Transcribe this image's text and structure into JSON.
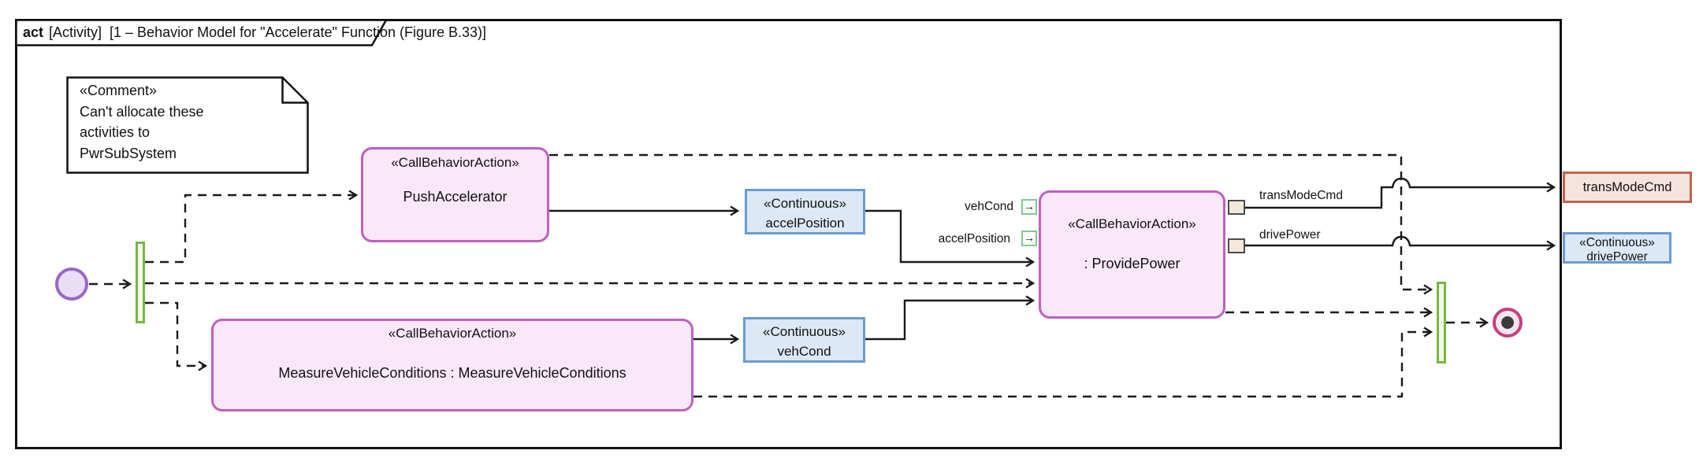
{
  "frame": {
    "keyword": "act",
    "title": "[Activity]  [1 – Behavior Model for \"Accelerate\" Function (Figure B.33)]"
  },
  "comment": {
    "stereotype": "«Comment»",
    "lines": [
      "Can't allocate these",
      "activities to",
      "PwrSubSystem"
    ]
  },
  "actions": {
    "push_accelerator": {
      "stereotype": "«CallBehaviorAction»",
      "name": "PushAccelerator"
    },
    "provide_power": {
      "stereotype": "«CallBehaviorAction»",
      "name": ": ProvidePower"
    },
    "measure_vehicle_conditions": {
      "stereotype": "«CallBehaviorAction»",
      "name": "MeasureVehicleConditions : MeasureVehicleConditions"
    }
  },
  "object_nodes": {
    "accel_position": {
      "stereotype": "«Continuous»",
      "name": "accelPosition"
    },
    "veh_cond": {
      "stereotype": "«Continuous»",
      "name": "vehCond"
    }
  },
  "pins": {
    "input": [
      {
        "label": "vehCond"
      },
      {
        "label": "accelPosition"
      }
    ],
    "output": [
      {
        "label": "transModeCmd"
      },
      {
        "label": "drivePower"
      }
    ]
  },
  "external_nodes": {
    "trans_mode_cmd": {
      "name": "transModeCmd"
    },
    "drive_power": {
      "stereotype": "«Continuous»",
      "name": "drivePower"
    }
  },
  "icons": {
    "pin_arrow": "→"
  },
  "colors": {
    "action_fill": "#f8e8f8",
    "action_border": "#c05fc0",
    "continuous_fill": "#dce8f6",
    "continuous_border": "#6b9bd2",
    "signal_fill": "#f6e3dd",
    "signal_border": "#c0654f",
    "fork_join_border": "#7cb445",
    "fork_join_fill": "#f2f9ea",
    "initial_border": "#9a67c9",
    "initial_fill": "#e9def6",
    "final_border": "#c2417f",
    "final_fill": "#f9e3ef",
    "input_pin_border": "#82c795",
    "output_pin_fill": "#f4e9d9",
    "edge": "#1a1a1a"
  }
}
